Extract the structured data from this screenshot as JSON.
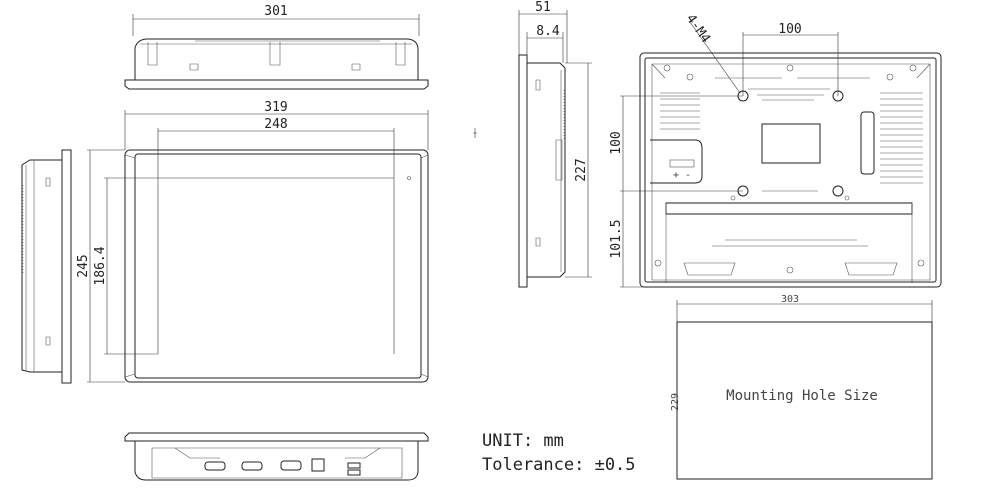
{
  "dimensions": {
    "top_width": "301",
    "front_width": "319",
    "screen_width": "248",
    "front_height": "245",
    "screen_height": "186.4",
    "side_depth": "51",
    "flange_depth": "8.4",
    "side_height": "227",
    "mount_spacing_h": "100",
    "mount_spacing_v": "100",
    "mount_bottom_offset": "101.5",
    "screw_spec": "4-M4",
    "cutout_width": "303",
    "cutout_height": "229"
  },
  "labels": {
    "mounting_hole": "Mounting Hole Size",
    "unit": "UNIT: mm",
    "tolerance": "Tolerance: ±0.5"
  }
}
